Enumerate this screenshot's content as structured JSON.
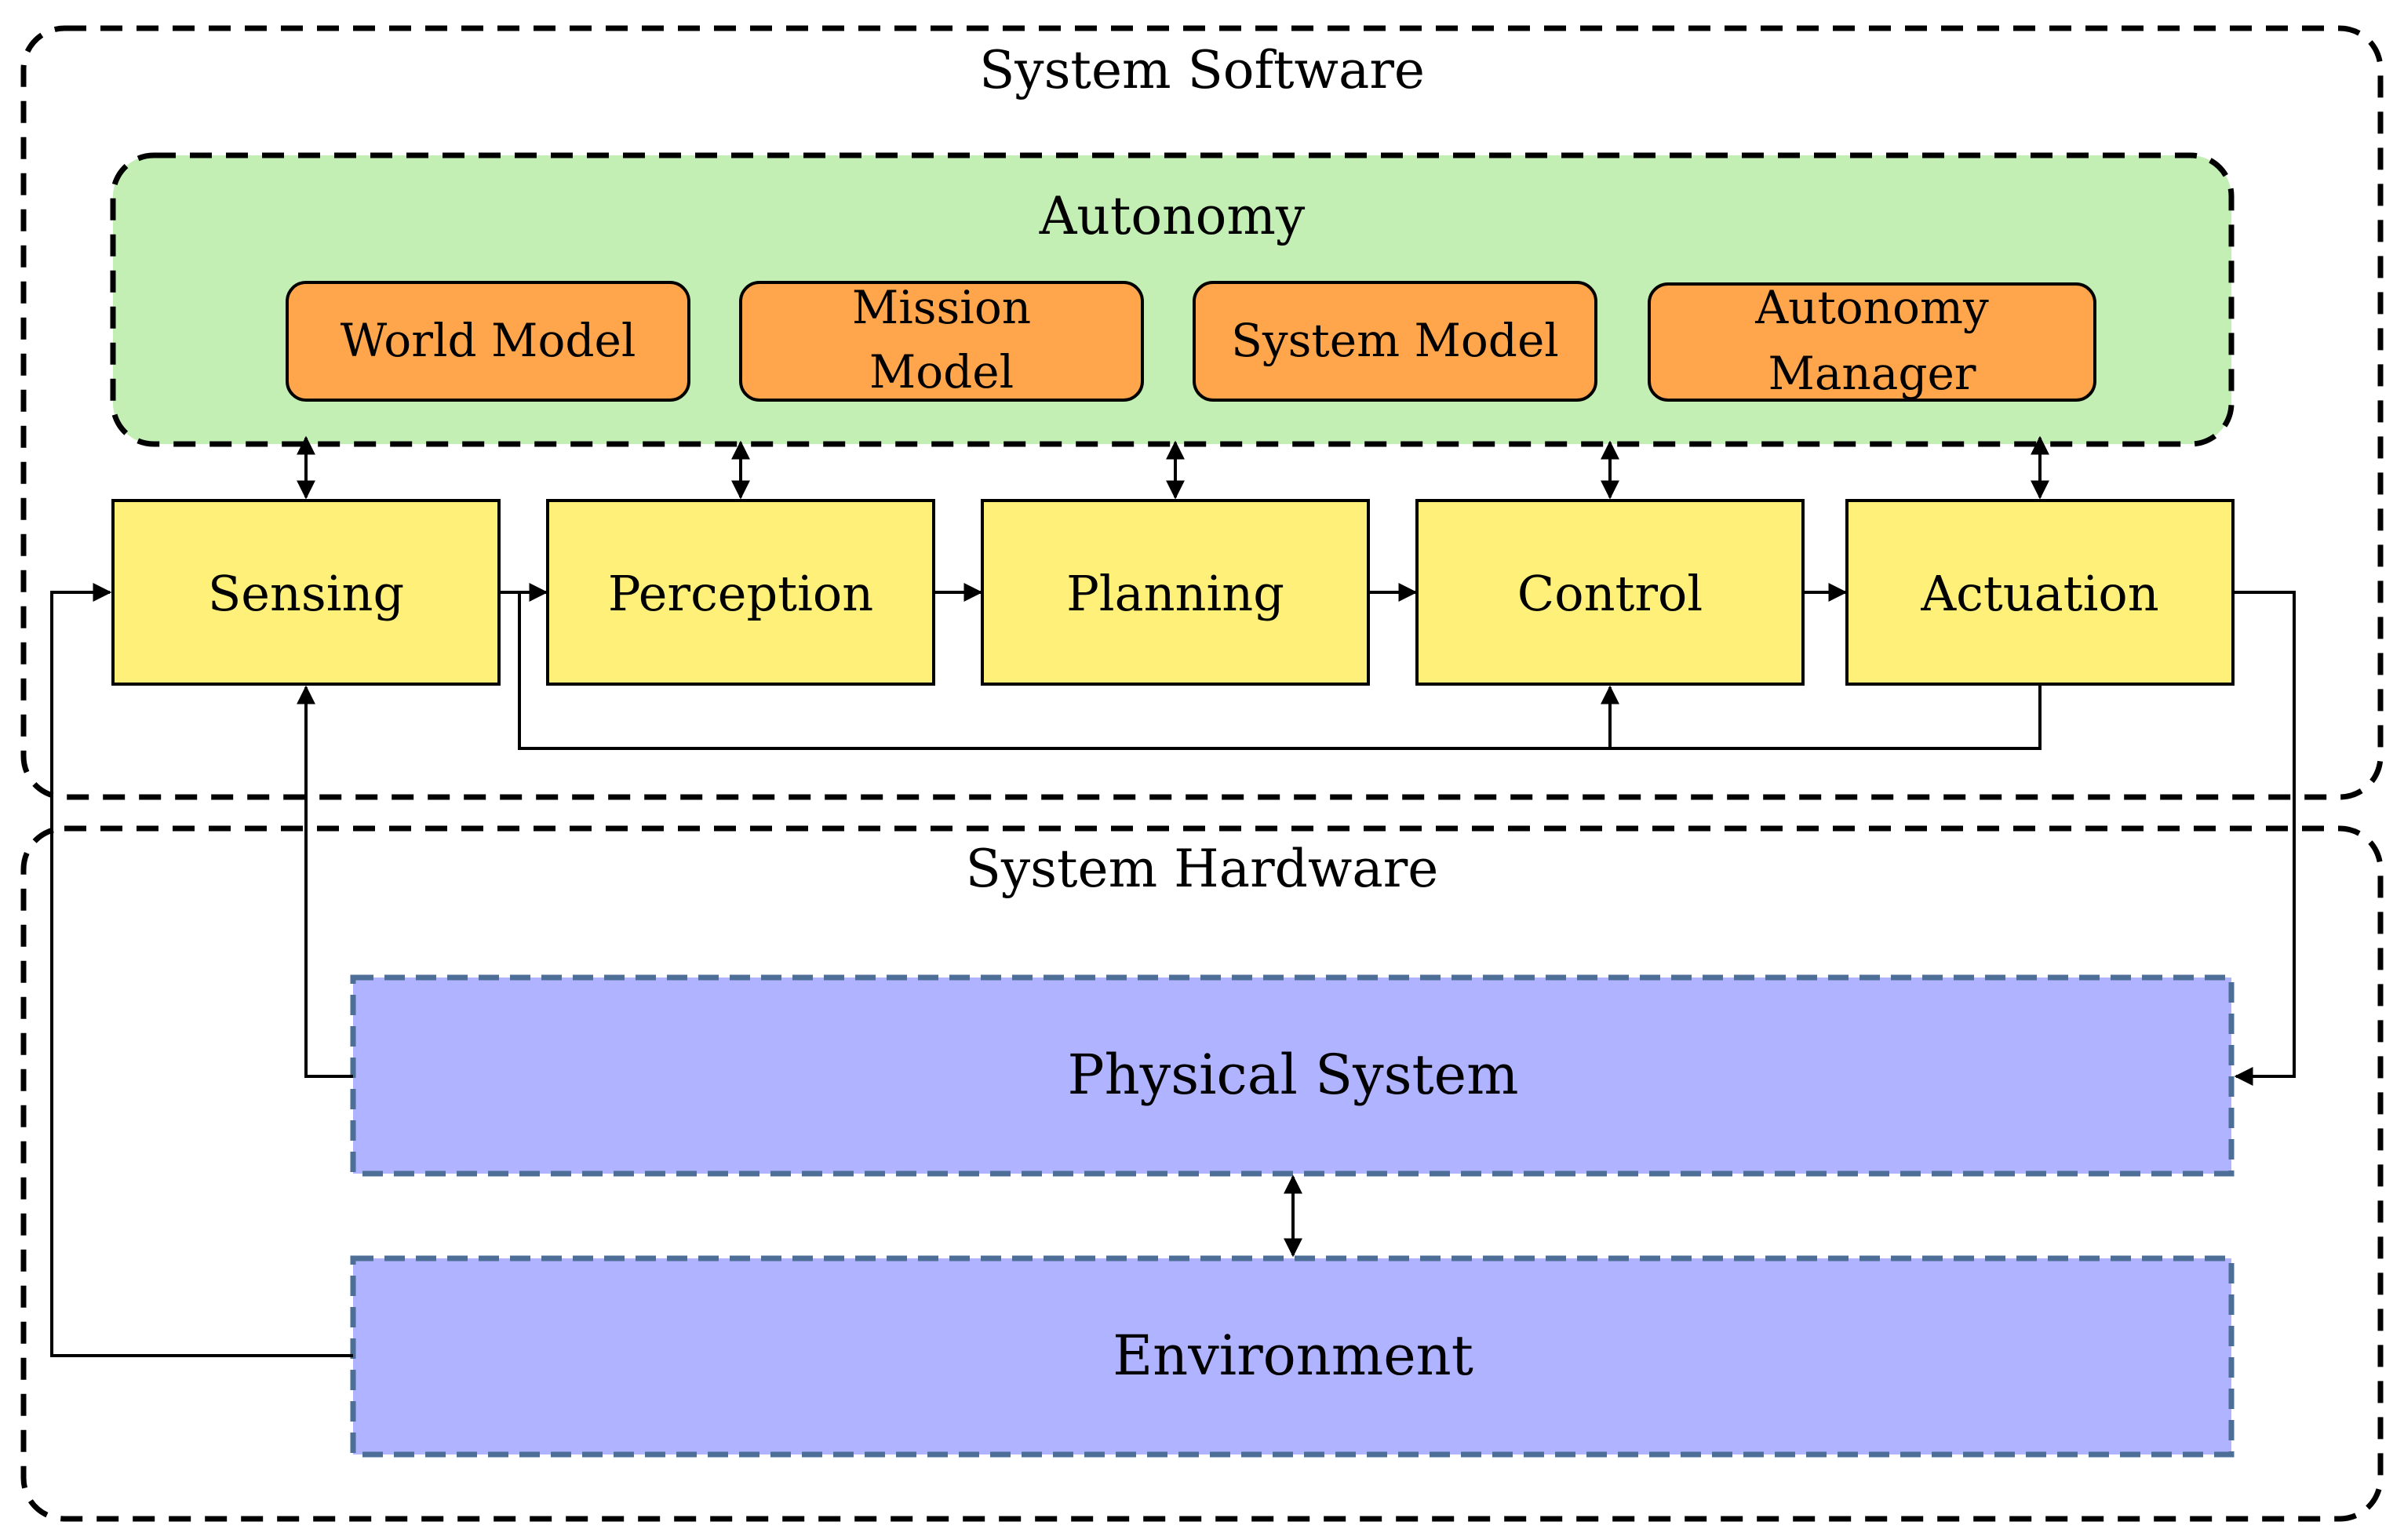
{
  "groups": {
    "software": {
      "label": "System Software"
    },
    "autonomy": {
      "label": "Autonomy"
    },
    "hardware": {
      "label": "System Hardware"
    }
  },
  "autonomy_modules": [
    {
      "lines": [
        "World Model"
      ]
    },
    {
      "lines": [
        "Mission",
        "Model"
      ]
    },
    {
      "lines": [
        "System Model"
      ]
    },
    {
      "lines": [
        "Autonomy",
        "Manager"
      ]
    }
  ],
  "pipeline": [
    {
      "label": "Sensing"
    },
    {
      "label": "Perception"
    },
    {
      "label": "Planning"
    },
    {
      "label": "Control"
    },
    {
      "label": "Actuation"
    }
  ],
  "hardware_blocks": {
    "physical": {
      "label": "Physical System"
    },
    "environment": {
      "label": "Environment"
    }
  },
  "colors": {
    "autonomy_fill": "#c3efb5",
    "module_fill": "#ffa64d",
    "pipeline_fill": "#fff07a",
    "hardware_fill": "#b0b3ff",
    "hardware_border": "#4d6e96",
    "line": "#000000"
  }
}
